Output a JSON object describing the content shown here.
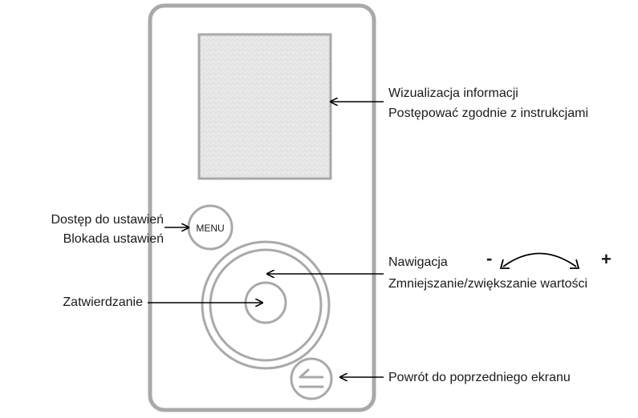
{
  "device": {
    "menu_button_label": "MENU"
  },
  "labels": {
    "display_line1": "Wizualizacja informacji",
    "display_line2": "Postępować zgodnie z instrukcjami",
    "menu_line1": "Dostęp do ustawień",
    "menu_line2": "Blokada ustawień",
    "nav_title": "Nawigacja",
    "nav_desc": "Zmniejszanie/zwiększanie wartości",
    "confirm": "Zatwierdzanie",
    "back": "Powrót do poprzedniego ekranu",
    "minus": "-",
    "plus": "+"
  },
  "colors": {
    "device_outline": "#a9a9a9",
    "screen_fill": "#e4e4e4",
    "arrow": "#000000"
  }
}
